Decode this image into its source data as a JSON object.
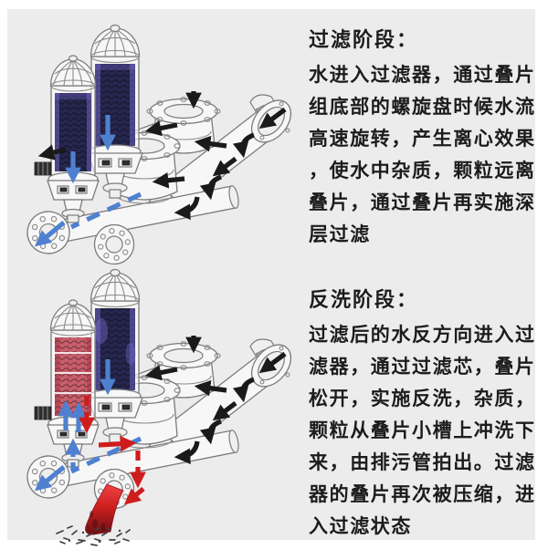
{
  "panel": {
    "background_color": "#ececec"
  },
  "stages": [
    {
      "heading": "过滤阶段：",
      "body_lines": [
        "水进入过滤器，通过叠片",
        "组底部的螺旋盘时候水流",
        "高速旋转，产生离心效果",
        "，使水中杂质，颗粒远离",
        "叠片，通过叠片再实施深",
        "层过滤"
      ]
    },
    {
      "heading": "反洗阶段：",
      "body_lines": [
        "过滤后的水反方向进入过",
        "滤器，通过过滤芯，叠片",
        "松开，实施反洗，杂质，",
        "颗粒从叠片小槽上冲洗下",
        "来，由排污管拍出。过滤",
        "器的叠片再次被压缩，进",
        "入过滤状态"
      ]
    }
  ],
  "flows": {
    "raw_water": {
      "color": "#1a1a1a"
    },
    "clean_water": {
      "color": "#4f80d0"
    },
    "backwash_discharge": {
      "color": "#cf1d1d"
    }
  },
  "filters": {
    "working_disc_color": "#26264e",
    "backwash_disc_color": "#c95e6c",
    "disc_highlight_color": "#7668c8"
  },
  "text_color": "#1c1c1c"
}
